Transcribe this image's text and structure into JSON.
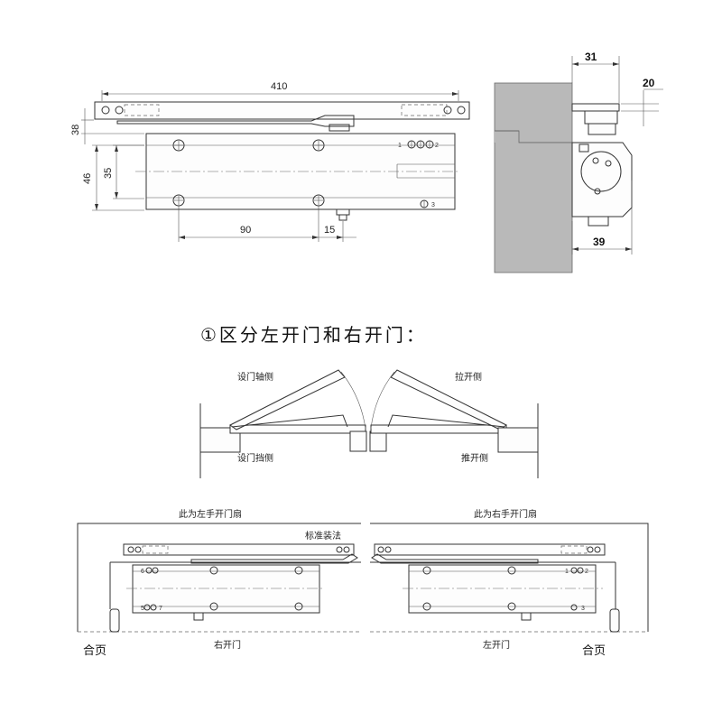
{
  "top_view": {
    "dim_length": "410",
    "dim_height_arm": "38",
    "dim_height_body": "46",
    "dim_mount": "35",
    "dim_hole_spacing": "90",
    "dim_offset": "15",
    "hole_label_1": "1",
    "hole_label_2": "2",
    "hole_label_3": "3"
  },
  "side_view": {
    "dim_width": "31",
    "dim_gap": "20",
    "dim_depth": "39"
  },
  "section1": {
    "title": "①区分左开门和右开门：",
    "label_hinge_side": "设门轴侧",
    "label_pull_side": "拉开侧",
    "label_stop_side": "设门挡侧",
    "label_push_side": "推开侧"
  },
  "section2": {
    "left_header": "此为左手开门扇",
    "right_header": "此为右手开门扇",
    "standard_install": "标准装法",
    "hinge_left": "合页",
    "hinge_right": "合页",
    "left_door_caption": "右开门",
    "right_door_caption": "左开门",
    "left_nums": [
      "6",
      "5",
      "7"
    ],
    "right_nums": [
      "1",
      "2",
      "3"
    ]
  }
}
